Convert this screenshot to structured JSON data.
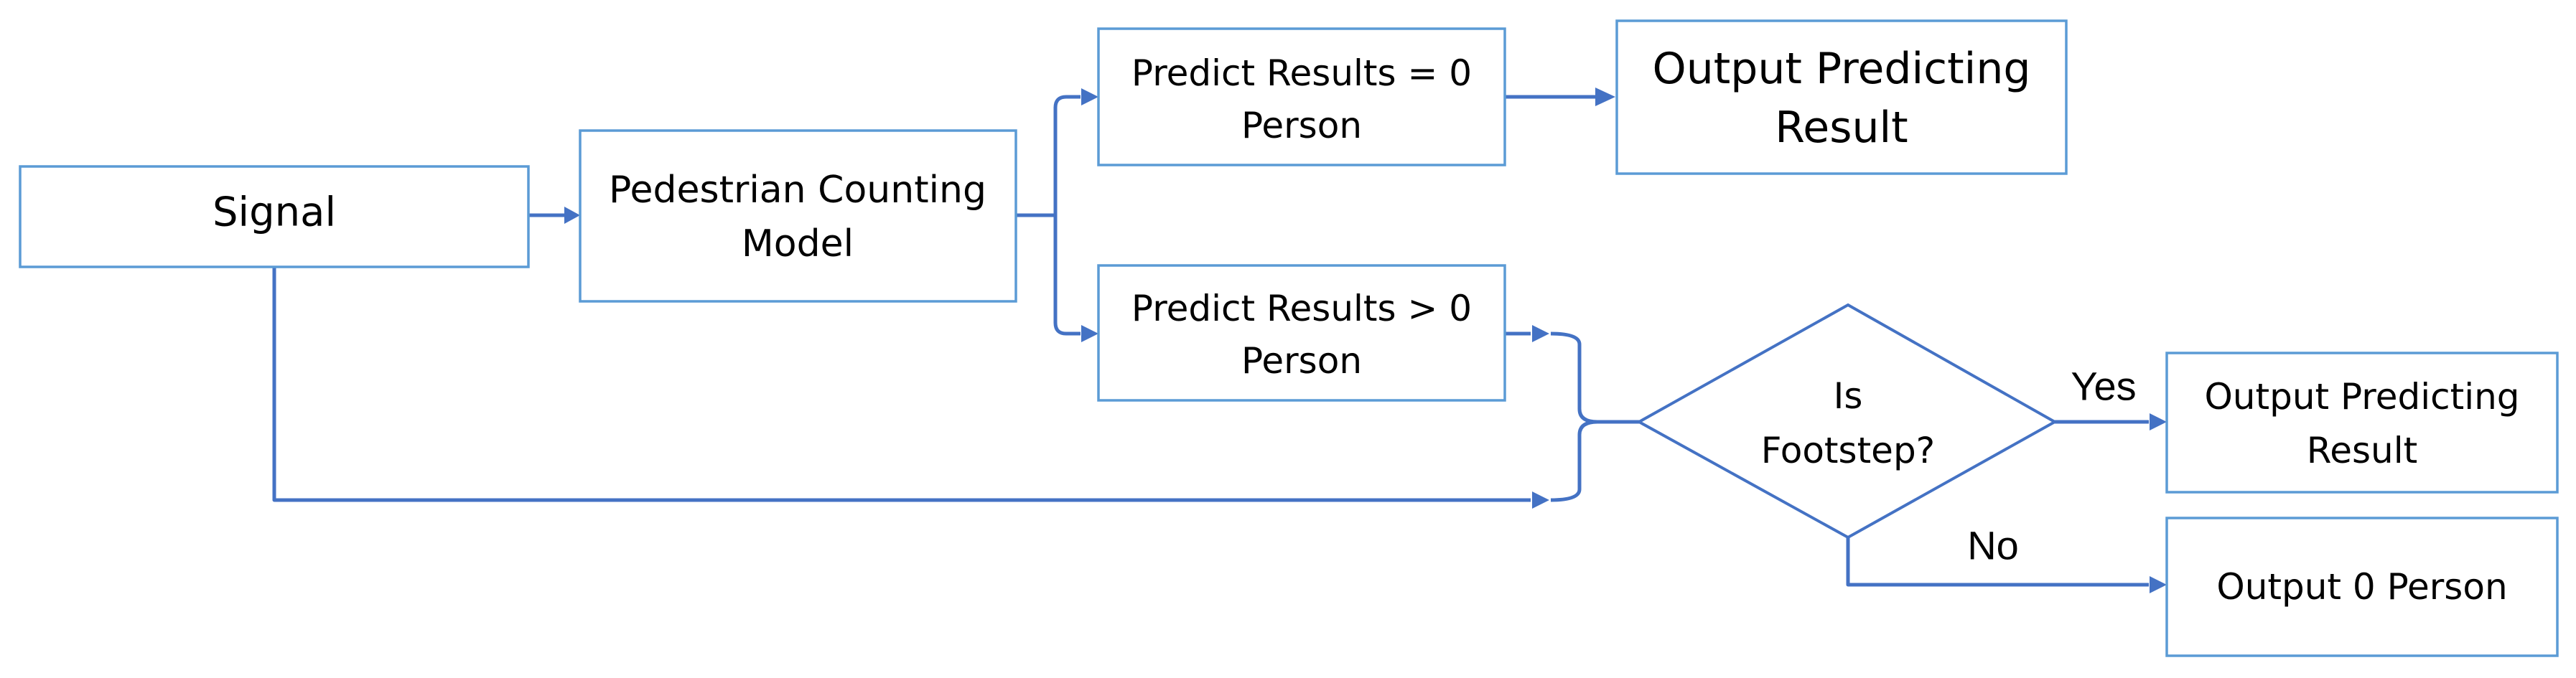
{
  "diagram": {
    "nodes": {
      "signal": {
        "lines": [
          "Signal"
        ]
      },
      "model": {
        "lines": [
          "Pedestrian Counting",
          "Model"
        ]
      },
      "predict_zero": {
        "lines": [
          "Predict Results = 0",
          "Person"
        ]
      },
      "output_top": {
        "lines": [
          "Output Predicting",
          "Result"
        ]
      },
      "predict_pos": {
        "lines": [
          "Predict Results > 0",
          "Person"
        ]
      },
      "decision": {
        "lines": [
          "Is",
          "Footstep?"
        ]
      },
      "output_yes": {
        "lines": [
          "Output Predicting",
          "Result"
        ]
      },
      "output_no": {
        "lines": [
          "Output 0 Person"
        ]
      }
    },
    "edge_labels": {
      "yes": "Yes",
      "no": "No"
    }
  },
  "colors": {
    "box_border": "#5b9bd5",
    "connector": "#4472c4",
    "text": "#000000",
    "background": "#ffffff"
  }
}
